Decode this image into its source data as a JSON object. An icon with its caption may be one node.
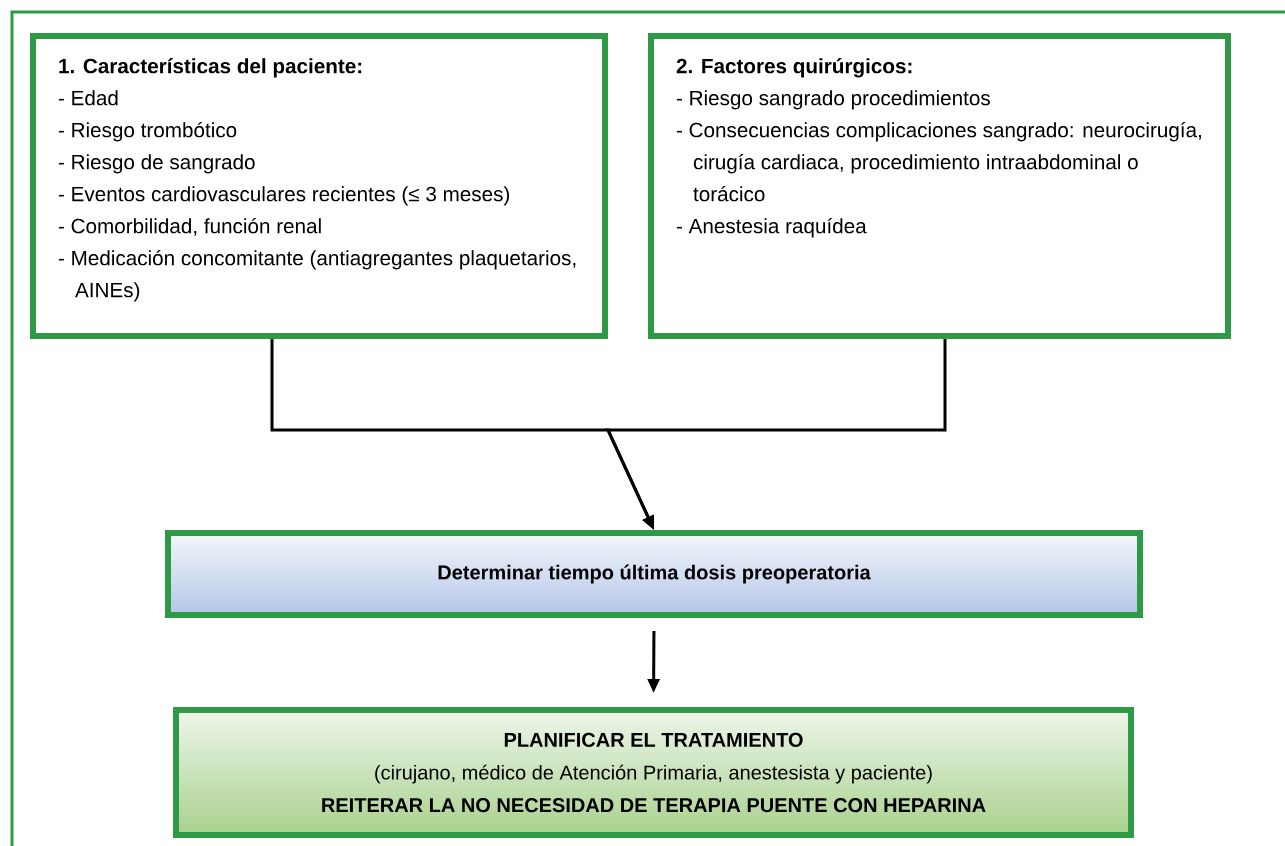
{
  "diagram": {
    "nodes": [
      {
        "text": [
          "1. Características del paciente:",
          "- Edad",
          "- Riesgo trombótico",
          "- Riesgo de sangrado",
          "- Eventos cardiovasculares recientes (≤ 3 meses)",
          "- Comorbilidad, función renal",
          "- Medicación concomitante (antiagregantes plaquetarios, AINEs)"
        ]
      },
      {
        "text": [
          "2. Factores quirúrgicos:",
          "- Riesgo sangrado procedimientos",
          "- Consecuencias complicaciones sangrado: neurocirugía, cirugía cardiaca, procedimiento intraabdominal o torácico",
          "- Anestesia raquídea"
        ]
      },
      {
        "text": [
          "Determinar tiempo última dosis preoperatoria"
        ]
      },
      {
        "text": [
          "PLANIFICAR EL TRATAMIENTO",
          "(cirujano, médico de Atención Primaria, anestesista y paciente)",
          "REITERAR LA NO NECESIDAD DE TERAPIA PUENTE CON HEPARINA"
        ]
      }
    ],
    "edges": [
      {
        "from": 0,
        "to": 2,
        "arrow": "to"
      },
      {
        "from": 1,
        "to": 2,
        "arrow": "to"
      },
      {
        "from": 2,
        "to": 3,
        "arrow": "to"
      }
    ]
  }
}
